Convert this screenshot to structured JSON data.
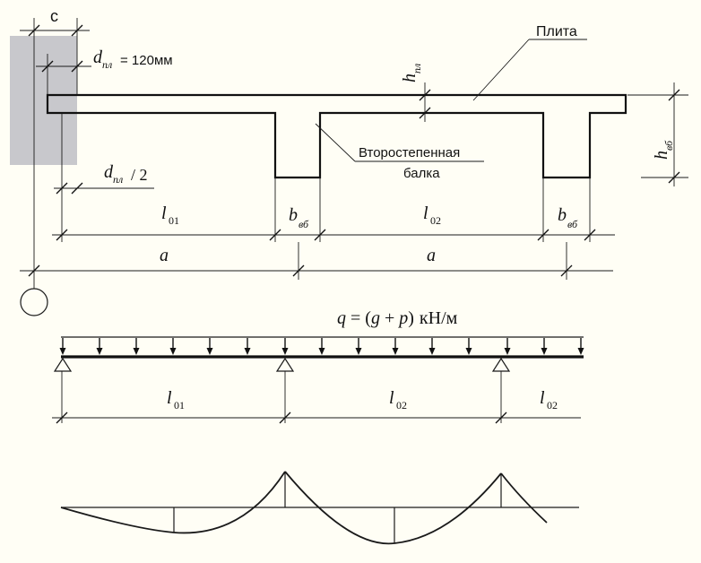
{
  "section": {
    "c_label": "c",
    "slab_label": "Плита",
    "d_pl_var": "d",
    "d_pl_sub": "пл",
    "d_pl_value": "= 120мм",
    "h_pl_var": "h",
    "h_pl_sub": "пл",
    "beam_label_line1": "Второстепенная",
    "beam_label_line2": "балка",
    "h_vb_var": "h",
    "h_vb_sub": "вб",
    "d_half_var": "d",
    "d_half_sub": "пл",
    "d_half_suffix": "/ 2",
    "l01_var": "l",
    "l01_sub": "01",
    "l02_var": "l",
    "l02_sub": "02",
    "b_vb_var": "b",
    "b_vb_sub": "вб",
    "a_label": "a"
  },
  "load": {
    "formula_q": "q",
    "formula_eq": " = (",
    "formula_g": "g",
    "formula_plus": " + ",
    "formula_p": "p",
    "formula_close": ")",
    "formula_units": "кН/м"
  },
  "spans": {
    "l_var": "l",
    "span1_sub": "01",
    "span2_sub": "02",
    "span3_sub": "02"
  },
  "colors": {
    "wall": "#c8c8cc",
    "background": "#fffef5",
    "lines": "#111111"
  }
}
